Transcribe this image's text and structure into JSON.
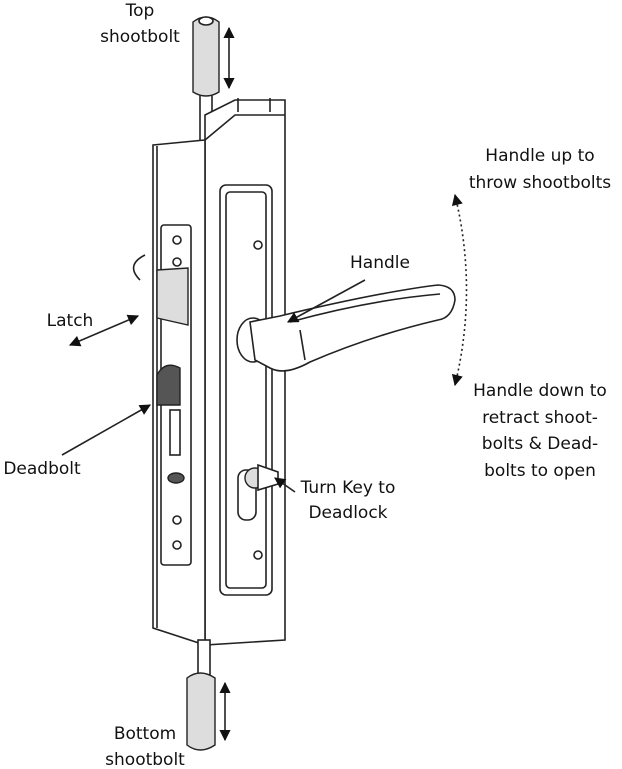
{
  "labels": {
    "top_shootbolt": [
      "Top",
      "shootbolt"
    ],
    "handle_up": [
      "Handle up to",
      "throw shootbolts"
    ],
    "handle": "Handle",
    "latch": "Latch",
    "handle_down": [
      "Handle down to",
      "retract shoot-",
      "bolts & Dead-",
      "bolts to open"
    ],
    "deadbolt": "Deadbolt",
    "turn_key": [
      "Turn Key to",
      "Deadlock"
    ],
    "bottom_shootbolt": [
      "Bottom",
      "shootbolt"
    ]
  }
}
